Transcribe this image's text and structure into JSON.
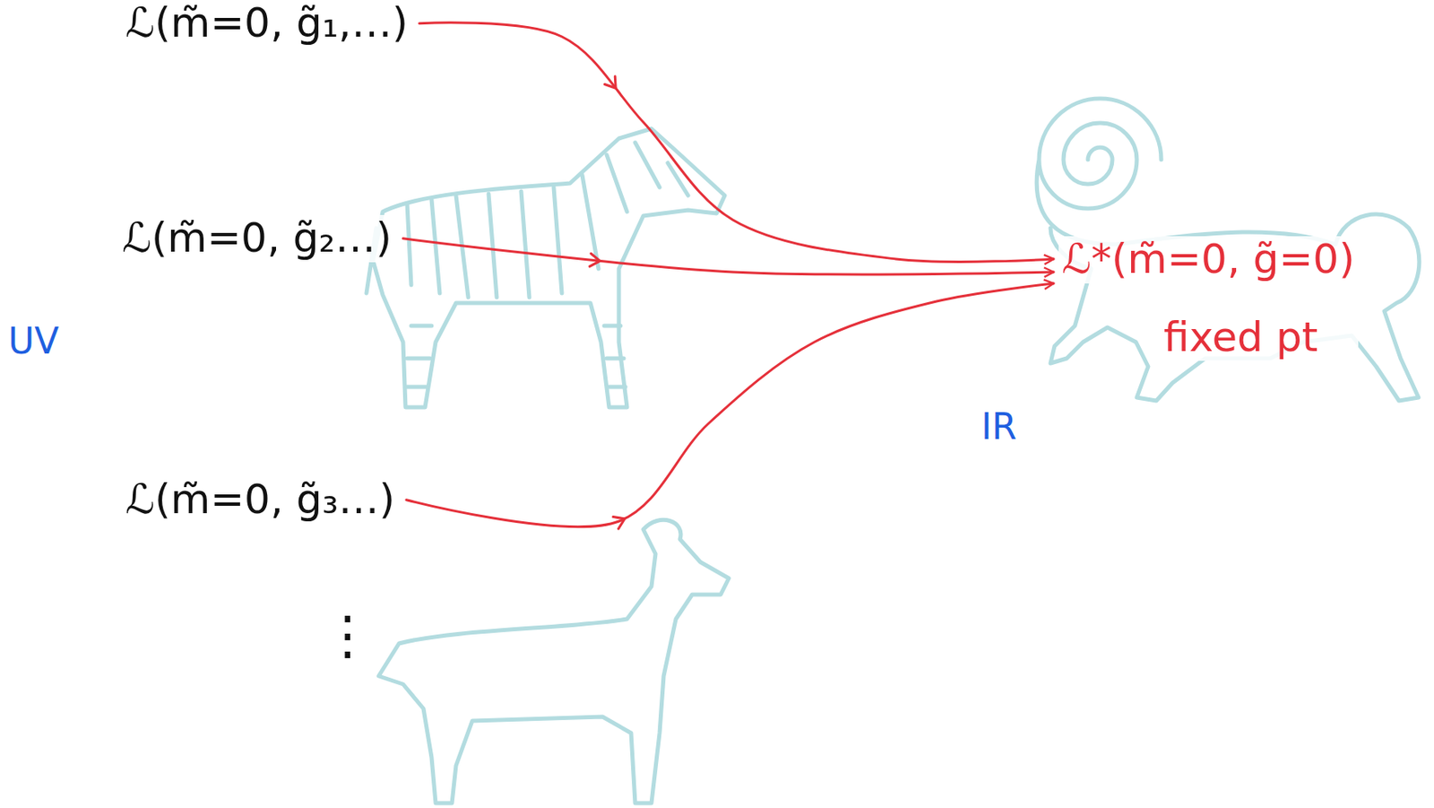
{
  "diagram": {
    "nodes": [
      {
        "text": [
          "ℒ(m̃=0, g̃₁,…)"
        ]
      },
      {
        "text": [
          "ℒ(m̃=0, g̃₂…)"
        ]
      },
      {
        "text": [
          "ℒ(m̃=0, g̃₃…)"
        ]
      },
      {
        "text": [
          "ℒ*(m̃=0, g̃=0)",
          "fixed pt"
        ]
      }
    ],
    "edges": [
      {
        "from": 0,
        "to": 3,
        "arrow": "to"
      },
      {
        "from": 1,
        "to": 3,
        "arrow": "to"
      },
      {
        "from": 2,
        "to": 3,
        "arrow": "to"
      }
    ],
    "labels": [
      "UV",
      "IR",
      "⋮"
    ]
  }
}
